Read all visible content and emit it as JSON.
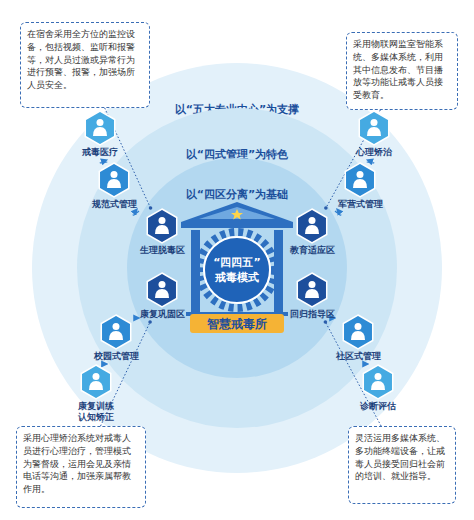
{
  "diagram": {
    "nodes": [
      {
        "text": [
          "在宿舍采用全方位的监控设备，包括视频、监听和报警等，对人员过激或异常行为进行预警、报警，加强场所人员安全。"
        ]
      },
      {
        "text": [
          "采用物联网监室智能系统、多媒体系统，利用其中信息发布、节目播放等功能让戒毒人员接受教育。"
        ]
      },
      {
        "text": [
          "以“五大专业中心”为支撑"
        ]
      },
      {
        "text": [
          "戒毒医疗"
        ],
        "in": 2
      },
      {
        "text": [
          "心理矫治"
        ],
        "in": 2
      },
      {
        "text": [
          "以“四式管理”为特色"
        ],
        "in": 2
      },
      {
        "text": [
          "规范式管理"
        ],
        "in": 5
      },
      {
        "text": [
          "军营式管理"
        ],
        "in": 5
      },
      {
        "text": [
          "以“四区分离”为基础"
        ],
        "in": 5
      },
      {
        "text": [
          "生理脱毒区"
        ],
        "in": 8
      },
      {
        "text": [
          "教育适应区"
        ],
        "in": 8
      },
      {
        "text": [
          "“四四五” 戒毒模式"
        ],
        "in": 8
      },
      {
        "text": [
          "智慧戒毒所"
        ],
        "in": 8
      },
      {
        "text": [
          "康复巩固区"
        ],
        "in": 8
      },
      {
        "text": [
          "回归指导区"
        ],
        "in": 8
      },
      {
        "text": [
          "校园式管理"
        ],
        "in": 5
      },
      {
        "text": [
          "社区式管理"
        ],
        "in": 5
      },
      {
        "text": [
          "康复训练 认知矫正"
        ],
        "in": 2
      },
      {
        "text": [
          "诊断评估"
        ],
        "in": 2
      },
      {
        "text": [
          "采用心理矫治系统对戒毒人员进行心理治疗，管理模式为警督级，运用会见及亲情电话等沟通，加强亲属帮教作用。"
        ]
      },
      {
        "text": [
          "灵活运用多媒体系统、多功能终端设备，让戒毒人员接受回归社会前的培训、就业指导。"
        ]
      }
    ],
    "edges": [
      {
        "from": 0,
        "to": 9,
        "arrow": "none"
      },
      {
        "from": 1,
        "to": 10,
        "arrow": "none"
      },
      {
        "from": 19,
        "to": 13,
        "arrow": "none"
      },
      {
        "from": 20,
        "to": 14,
        "arrow": "none"
      },
      {
        "from": 9,
        "to": 6,
        "arrow": "to"
      },
      {
        "from": 6,
        "to": 3,
        "arrow": "to"
      },
      {
        "from": 10,
        "to": 7,
        "arrow": "to"
      },
      {
        "from": 7,
        "to": 4,
        "arrow": "to"
      },
      {
        "from": 13,
        "to": 15,
        "arrow": "to"
      },
      {
        "from": 15,
        "to": 17,
        "arrow": "to"
      },
      {
        "from": 14,
        "to": 16,
        "arrow": "to"
      },
      {
        "from": 16,
        "to": 18,
        "arrow": "to"
      }
    ]
  }
}
